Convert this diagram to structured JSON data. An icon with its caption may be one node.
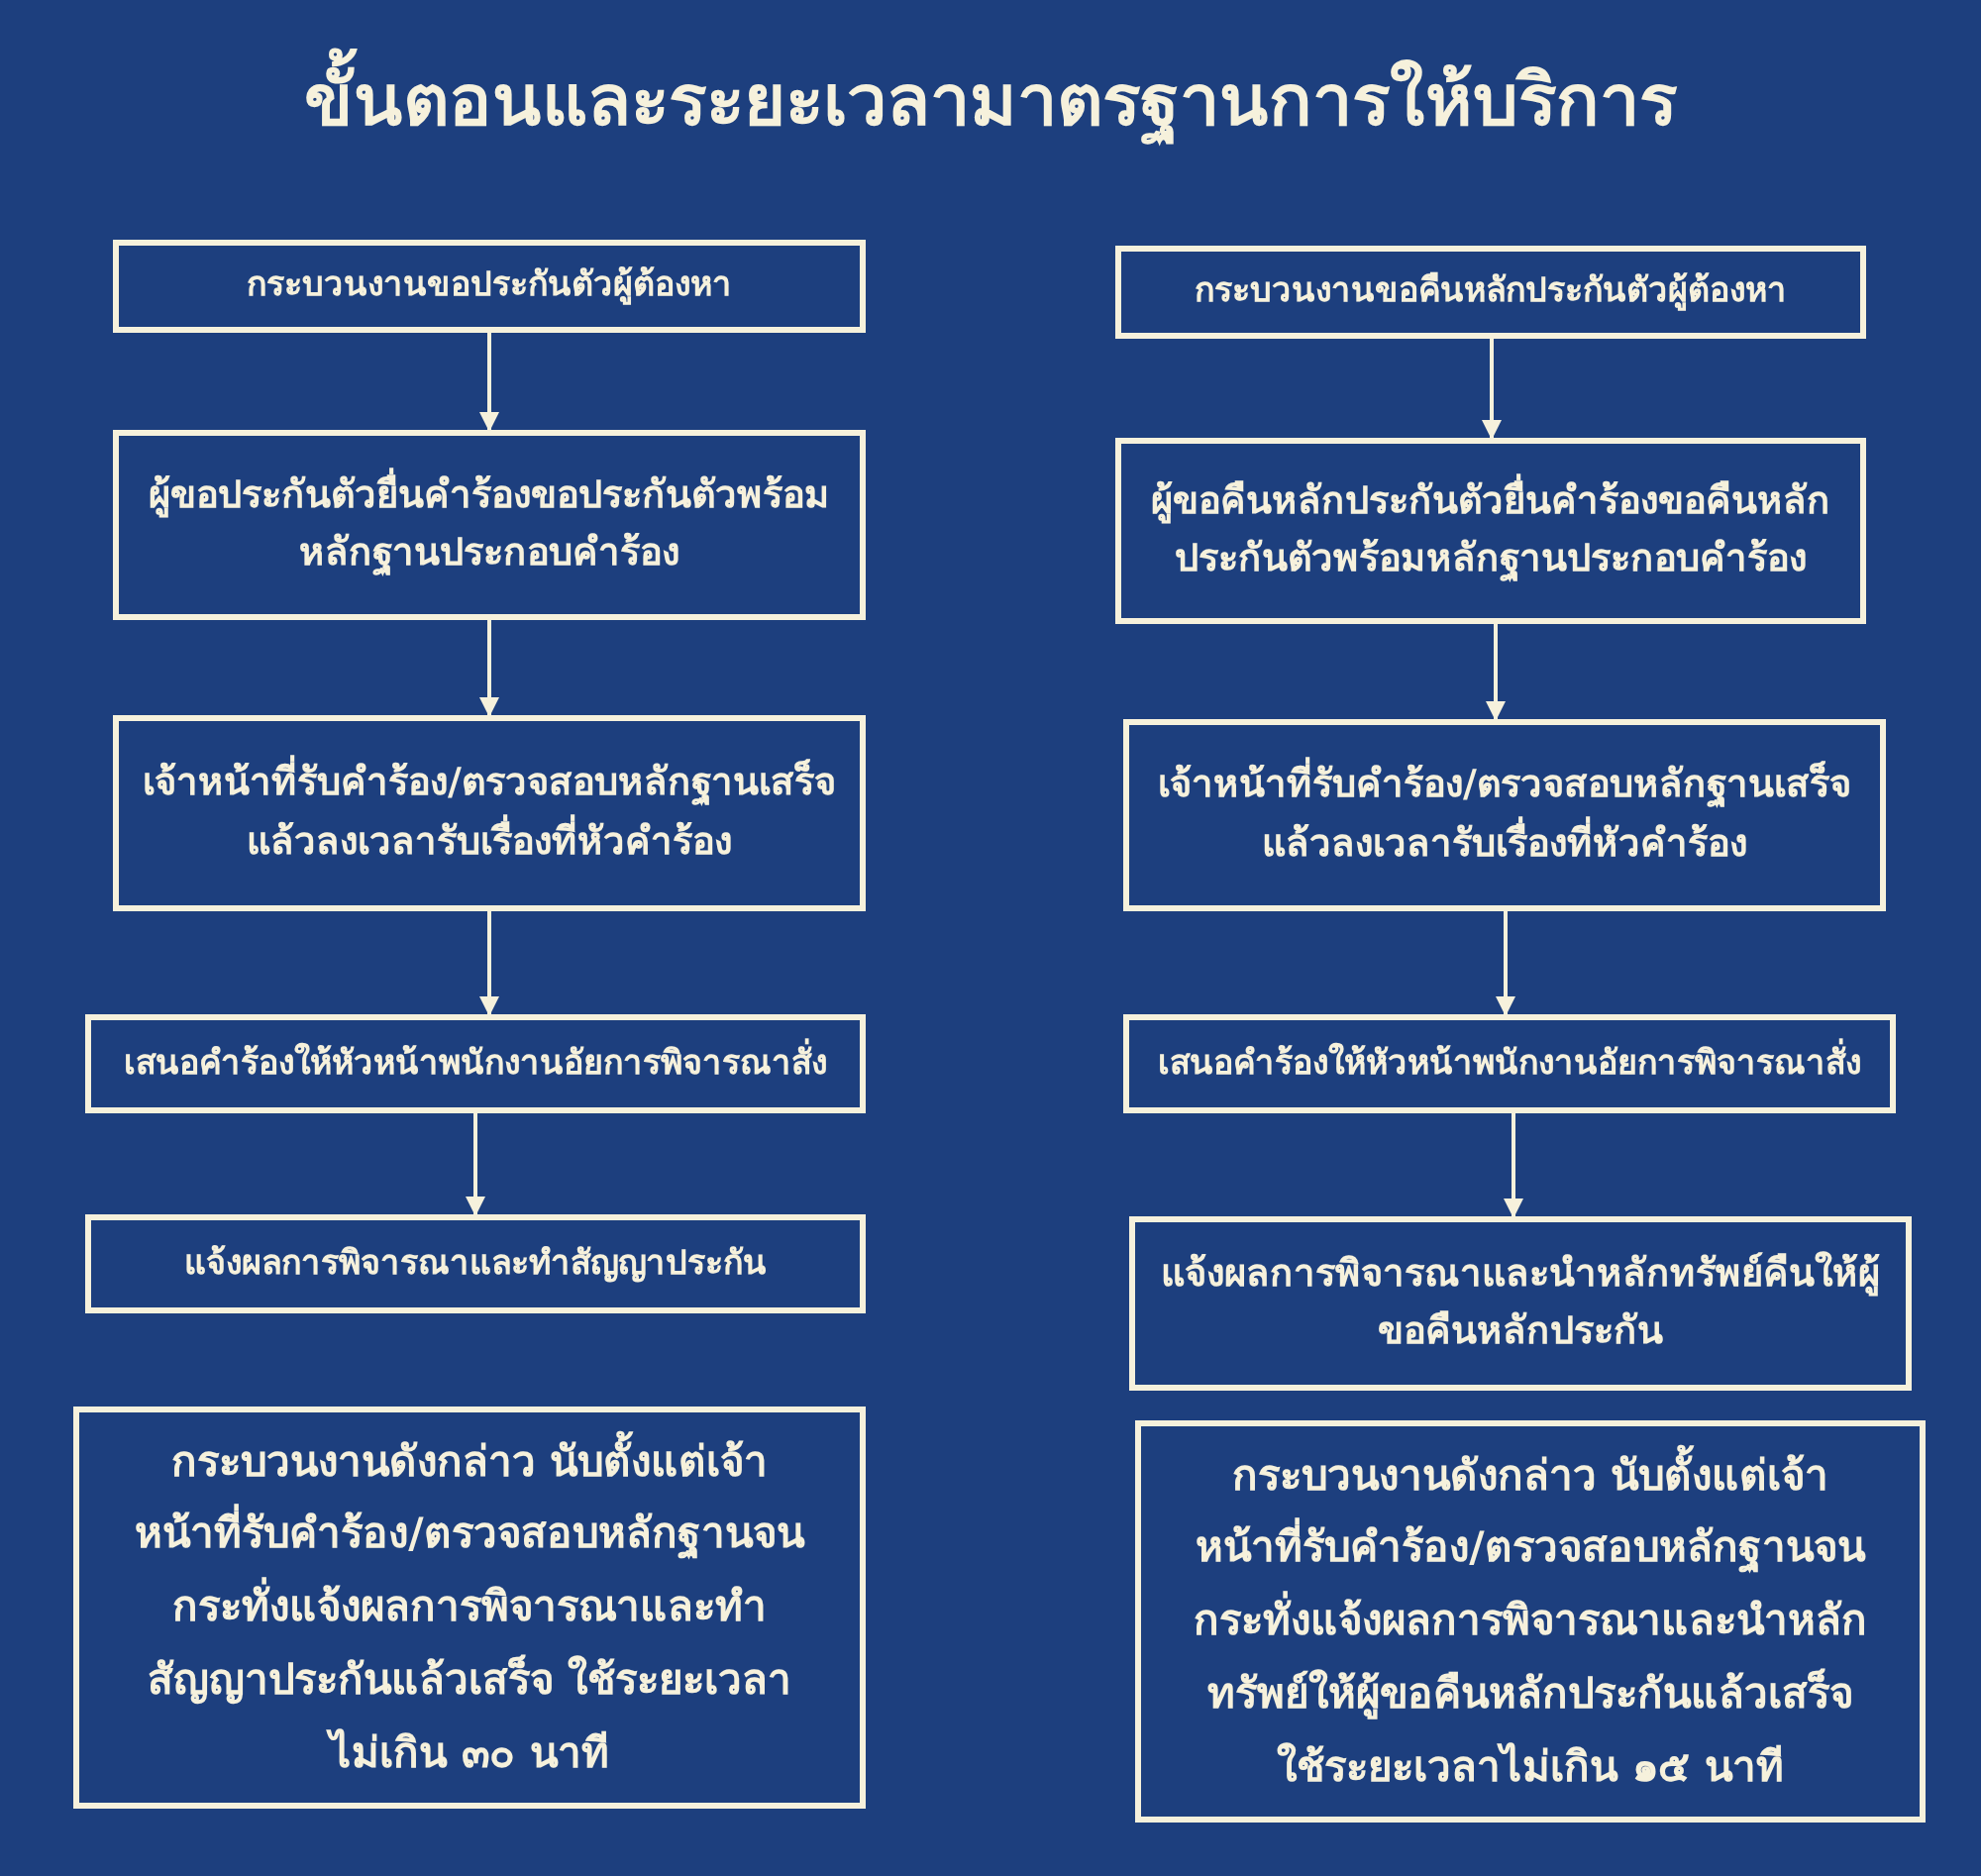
{
  "diagram": {
    "title": "ขั้นตอนและระยะเวลามาตรฐานการให้บริการ",
    "nodes": [
      {
        "text": [
          "กระบวนงานขอประกันตัวผู้ต้องหา"
        ]
      },
      {
        "text": [
          "ผู้ขอประกันตัวยื่นคำร้องขอประกันตัวพร้อมหลักฐานประกอบคำร้อง"
        ]
      },
      {
        "text": [
          "เจ้าหน้าที่รับคำร้อง/ตรวจสอบหลักฐานเสร็จแล้วลงเวลารับเรื่องที่หัวคำร้อง"
        ]
      },
      {
        "text": [
          "เสนอคำร้องให้หัวหน้าพนักงานอัยการพิจารณาสั่ง"
        ]
      },
      {
        "text": [
          "แจ้งผลการพิจารณาและทำสัญญาประกัน"
        ]
      },
      {
        "text": [
          "กระบวนงานดังกล่าว นับตั้งแต่เจ้าหน้าที่รับคำร้อง/ตรวจสอบหลักฐานจนกระทั่งแจ้งผลการพิจารณาและทำสัญญาประกันแล้วเสร็จ ใช้ระยะเวลาไม่เกิน ๓๐ นาที"
        ]
      },
      {
        "text": [
          "กระบวนงานขอคืนหลักประกันตัวผู้ต้องหา"
        ]
      },
      {
        "text": [
          "ผู้ขอคืนหลักประกันตัวยื่นคำร้องขอคืนหลักประกันตัวพร้อมหลักฐานประกอบคำร้อง"
        ]
      },
      {
        "text": [
          "เจ้าหน้าที่รับคำร้อง/ตรวจสอบหลักฐานเสร็จแล้วลงเวลารับเรื่องที่หัวคำร้อง"
        ]
      },
      {
        "text": [
          "เสนอคำร้องให้หัวหน้าพนักงานอัยการพิจารณาสั่ง"
        ]
      },
      {
        "text": [
          "แจ้งผลการพิจารณาและนำหลักทรัพย์คืนให้ผู้ขอคืนหลักประกัน"
        ]
      },
      {
        "text": [
          "กระบวนงานดังกล่าว นับตั้งแต่เจ้าหน้าที่รับคำร้อง/ตรวจสอบหลักฐานจนกระทั่งแจ้งผลการพิจารณาและนำหลักทรัพย์ให้ผู้ขอคืนหลักประกันแล้วเสร็จใช้ระยะเวลาไม่เกิน ๑๕ นาที"
        ]
      }
    ],
    "edges": [
      {
        "from": 0,
        "to": 1,
        "arrow": "to"
      },
      {
        "from": 1,
        "to": 2,
        "arrow": "to"
      },
      {
        "from": 2,
        "to": 3,
        "arrow": "to"
      },
      {
        "from": 3,
        "to": 4,
        "arrow": "to"
      },
      {
        "from": 6,
        "to": 7,
        "arrow": "to"
      },
      {
        "from": 7,
        "to": 8,
        "arrow": "to"
      },
      {
        "from": 8,
        "to": 9,
        "arrow": "to"
      },
      {
        "from": 9,
        "to": 10,
        "arrow": "to"
      }
    ]
  }
}
